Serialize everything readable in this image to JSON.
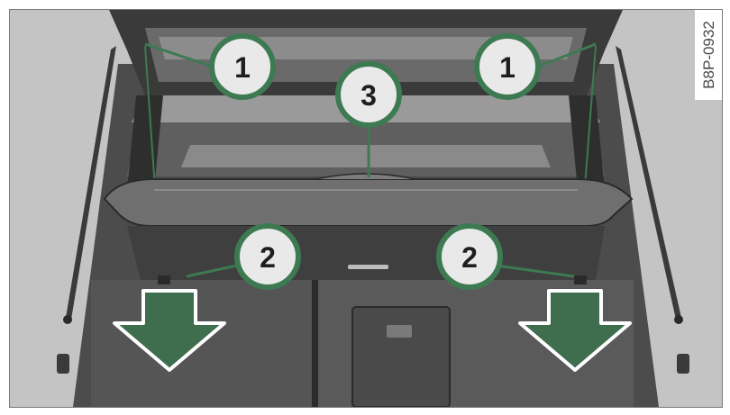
{
  "figure": {
    "code": "B8P-0932",
    "callouts": [
      {
        "id": "c1-left",
        "label": "1"
      },
      {
        "id": "c1-right",
        "label": "1"
      },
      {
        "id": "c3",
        "label": "3"
      },
      {
        "id": "c2-left",
        "label": "2"
      },
      {
        "id": "c2-right",
        "label": "2"
      }
    ],
    "colors": {
      "callout_ring": "#3d7a52",
      "arrow_fill": "#3f6e4e",
      "arrow_outline": "#ffffff",
      "car_interior": "#5a5a5a",
      "cargo_cover": "#707070"
    }
  }
}
